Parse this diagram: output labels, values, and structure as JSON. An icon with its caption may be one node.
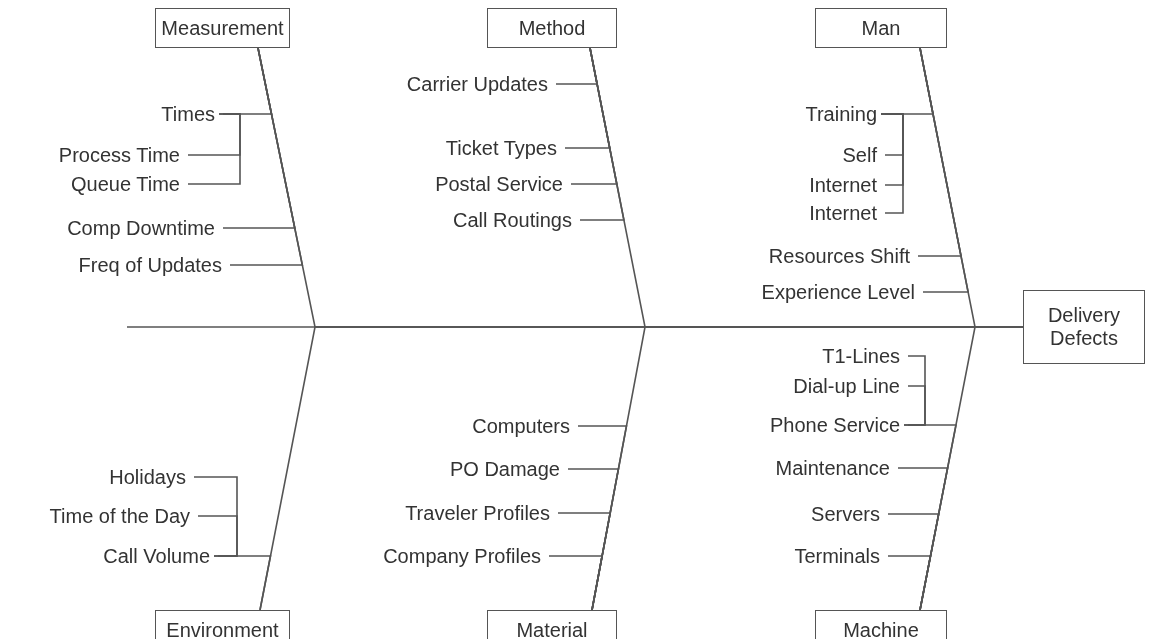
{
  "diagram": {
    "nodes": [
      {
        "text": [
          "Measurement"
        ]
      },
      {
        "text": [
          "Times"
        ]
      },
      {
        "text": [
          "Process Time"
        ]
      },
      {
        "text": [
          "Queue Time"
        ]
      },
      {
        "text": [
          "Comp Downtime"
        ]
      },
      {
        "text": [
          "Freq of Updates"
        ]
      },
      {
        "text": [
          "Method"
        ]
      },
      {
        "text": [
          "Carrier Updates"
        ]
      },
      {
        "text": [
          "Ticket Types"
        ]
      },
      {
        "text": [
          "Postal Service"
        ]
      },
      {
        "text": [
          "Call Routings"
        ]
      },
      {
        "text": [
          "Man"
        ]
      },
      {
        "text": [
          "Training"
        ]
      },
      {
        "text": [
          "Self"
        ]
      },
      {
        "text": [
          "Internet"
        ]
      },
      {
        "text": [
          "Internet"
        ]
      },
      {
        "text": [
          "Resources Shift"
        ]
      },
      {
        "text": [
          "Experience Level"
        ]
      },
      {
        "text": [
          "Delivery Defects"
        ]
      },
      {
        "text": [
          "Environment"
        ]
      },
      {
        "text": [
          "Holidays"
        ]
      },
      {
        "text": [
          "Time of the Day"
        ]
      },
      {
        "text": [
          "Call Volume"
        ]
      },
      {
        "text": [
          "Material"
        ]
      },
      {
        "text": [
          "Computers"
        ]
      },
      {
        "text": [
          "PO Damage"
        ]
      },
      {
        "text": [
          "Traveler Profiles"
        ]
      },
      {
        "text": [
          "Company Profiles"
        ]
      },
      {
        "text": [
          "Machine"
        ]
      },
      {
        "text": [
          "T1-Lines"
        ]
      },
      {
        "text": [
          "Dial-up Line"
        ]
      },
      {
        "text": [
          "Phone Service"
        ]
      },
      {
        "text": [
          "Maintenance"
        ]
      },
      {
        "text": [
          "Servers"
        ]
      },
      {
        "text": [
          "Terminals"
        ]
      }
    ],
    "edges": [
      {
        "from": null,
        "to": 18,
        "arrow": "none"
      },
      {
        "from": 0,
        "to": 18,
        "arrow": "none"
      },
      {
        "from": 6,
        "to": 18,
        "arrow": "none"
      },
      {
        "from": 11,
        "to": 18,
        "arrow": "none"
      },
      {
        "from": 19,
        "to": 18,
        "arrow": "none"
      },
      {
        "from": 23,
        "to": 18,
        "arrow": "none"
      },
      {
        "from": 28,
        "to": 18,
        "arrow": "none"
      },
      {
        "from": 1,
        "to": 0,
        "arrow": "none"
      },
      {
        "from": 2,
        "to": 1,
        "arrow": "none"
      },
      {
        "from": 3,
        "to": 1,
        "arrow": "none"
      },
      {
        "from": 4,
        "to": 0,
        "arrow": "none"
      },
      {
        "from": 5,
        "to": 0,
        "arrow": "none"
      },
      {
        "from": 7,
        "to": 6,
        "arrow": "none"
      },
      {
        "from": 8,
        "to": 6,
        "arrow": "none"
      },
      {
        "from": 9,
        "to": 6,
        "arrow": "none"
      },
      {
        "from": 10,
        "to": 6,
        "arrow": "none"
      },
      {
        "from": 12,
        "to": 11,
        "arrow": "none"
      },
      {
        "from": 13,
        "to": 12,
        "arrow": "none"
      },
      {
        "from": 14,
        "to": 12,
        "arrow": "none"
      },
      {
        "from": 15,
        "to": 12,
        "arrow": "none"
      },
      {
        "from": 16,
        "to": 11,
        "arrow": "none"
      },
      {
        "from": 17,
        "to": 11,
        "arrow": "none"
      },
      {
        "from": 20,
        "to": 22,
        "arrow": "none"
      },
      {
        "from": 21,
        "to": 22,
        "arrow": "none"
      },
      {
        "from": 22,
        "to": 19,
        "arrow": "none"
      },
      {
        "from": 24,
        "to": 23,
        "arrow": "none"
      },
      {
        "from": 25,
        "to": 23,
        "arrow": "none"
      },
      {
        "from": 26,
        "to": 23,
        "arrow": "none"
      },
      {
        "from": 27,
        "to": 23,
        "arrow": "none"
      },
      {
        "from": 29,
        "to": 31,
        "arrow": "none"
      },
      {
        "from": 30,
        "to": 31,
        "arrow": "none"
      },
      {
        "from": 31,
        "to": 28,
        "arrow": "none"
      },
      {
        "from": 32,
        "to": 28,
        "arrow": "none"
      },
      {
        "from": 33,
        "to": 28,
        "arrow": "none"
      },
      {
        "from": 34,
        "to": 28,
        "arrow": "none"
      }
    ]
  }
}
